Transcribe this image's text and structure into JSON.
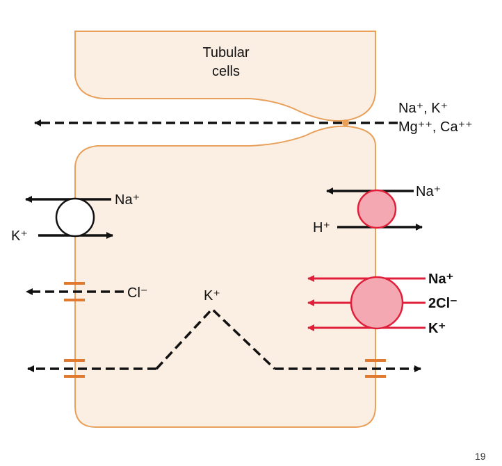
{
  "labels": {
    "cells_line1": "Tubular",
    "cells_line2": "cells",
    "para_line1": "Na⁺, K⁺",
    "para_line2": "Mg⁺⁺, Ca⁺⁺",
    "na_left": "Na⁺",
    "k_left": "K⁺",
    "cl_left": "Cl⁻",
    "k_center": "K⁺",
    "na_right": "Na⁺",
    "h_right": "H⁺",
    "na_bold": "Na⁺",
    "cl2_bold": "2Cl⁻",
    "k_bold": "K⁺"
  },
  "page_number": "19",
  "colors": {
    "cell_fill": "#fbeee2",
    "cell_border": "#e8a05a",
    "channel": "#e07a30",
    "transporter_red": "#e0203a",
    "transporter_fill": "#f4a9b2",
    "arrow_black": "#111111"
  }
}
